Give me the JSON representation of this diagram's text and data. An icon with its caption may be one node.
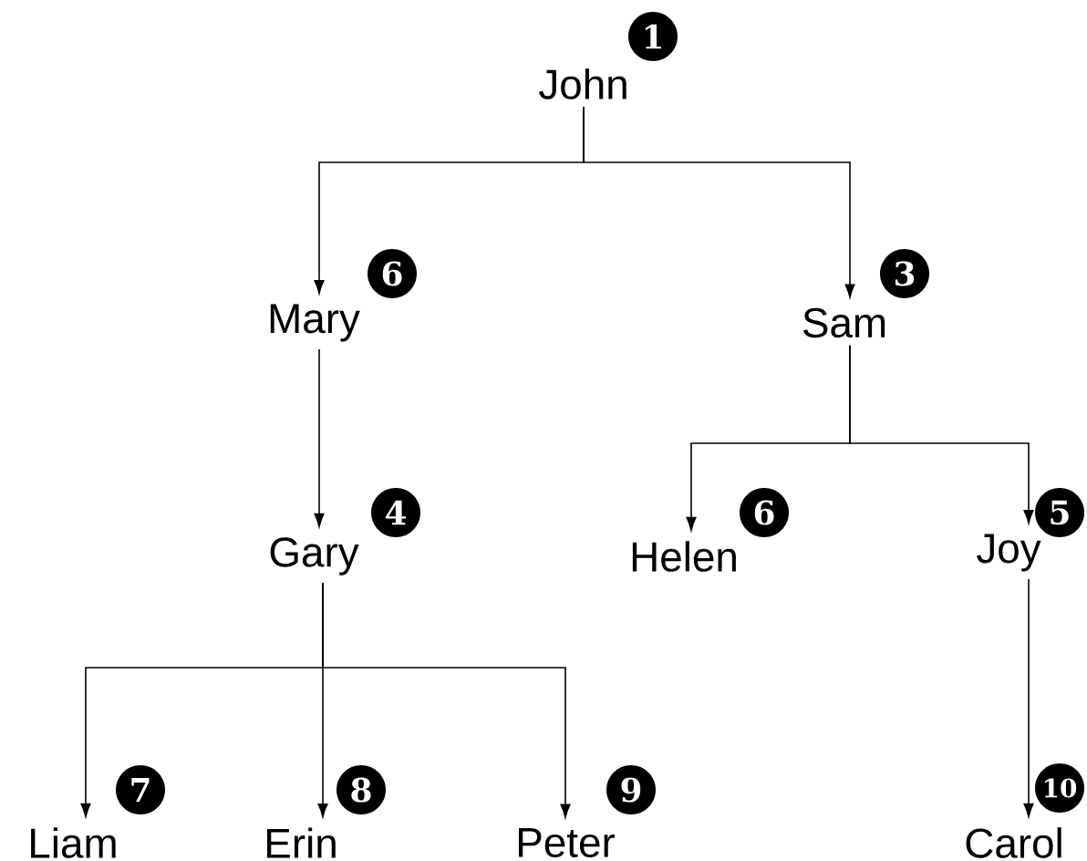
{
  "diagram": {
    "nodes": [
      {
        "text": [
          "John"
        ],
        "beside": [
          "1"
        ]
      },
      {
        "text": [
          "Mary"
        ],
        "beside": [
          "6"
        ]
      },
      {
        "text": [
          "Sam"
        ],
        "beside": [
          "3"
        ]
      },
      {
        "text": [
          "Gary"
        ],
        "beside": [
          "4"
        ]
      },
      {
        "text": [
          "Helen"
        ],
        "beside": [
          "6"
        ]
      },
      {
        "text": [
          "Joy"
        ],
        "beside": [
          "5"
        ]
      },
      {
        "text": [
          "Liam"
        ],
        "beside": [
          "7"
        ]
      },
      {
        "text": [
          "Erin"
        ],
        "beside": [
          "8"
        ]
      },
      {
        "text": [
          "Peter"
        ],
        "beside": [
          "9"
        ]
      },
      {
        "text": [
          "Carol"
        ],
        "beside": [
          "10"
        ]
      }
    ],
    "edges": [
      {
        "from": 0,
        "to": 1,
        "arrow": "to"
      },
      {
        "from": 0,
        "to": 2,
        "arrow": "to"
      },
      {
        "from": 1,
        "to": 3,
        "arrow": "to"
      },
      {
        "from": 2,
        "to": 4,
        "arrow": "to"
      },
      {
        "from": 2,
        "to": 5,
        "arrow": "to"
      },
      {
        "from": 3,
        "to": 6,
        "arrow": "to"
      },
      {
        "from": 3,
        "to": 7,
        "arrow": "to"
      },
      {
        "from": 3,
        "to": 8,
        "arrow": "to"
      },
      {
        "from": 5,
        "to": 9,
        "arrow": "to"
      }
    ]
  }
}
